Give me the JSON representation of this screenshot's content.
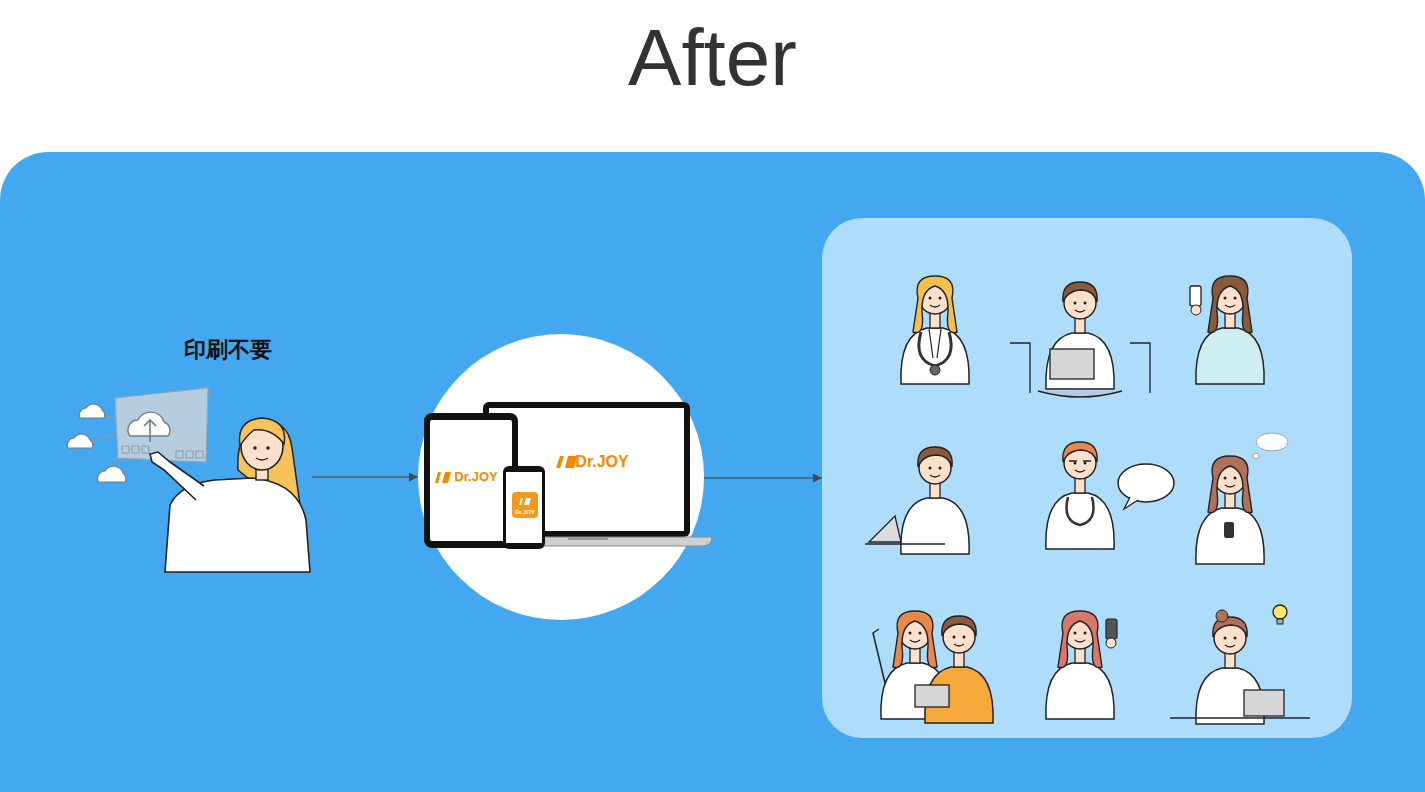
{
  "diagram": {
    "title": "After",
    "nodes": [
      {
        "text": [
          "印刷不要"
        ]
      },
      {
        "text": [
          "Dr.JOY",
          "Dr.JOY",
          "Dr.JOY"
        ]
      },
      {
        "text": []
      }
    ],
    "edges": [
      {
        "from": 0,
        "to": 1,
        "arrow": "to"
      },
      {
        "from": 1,
        "to": 2,
        "arrow": "to"
      }
    ]
  }
}
